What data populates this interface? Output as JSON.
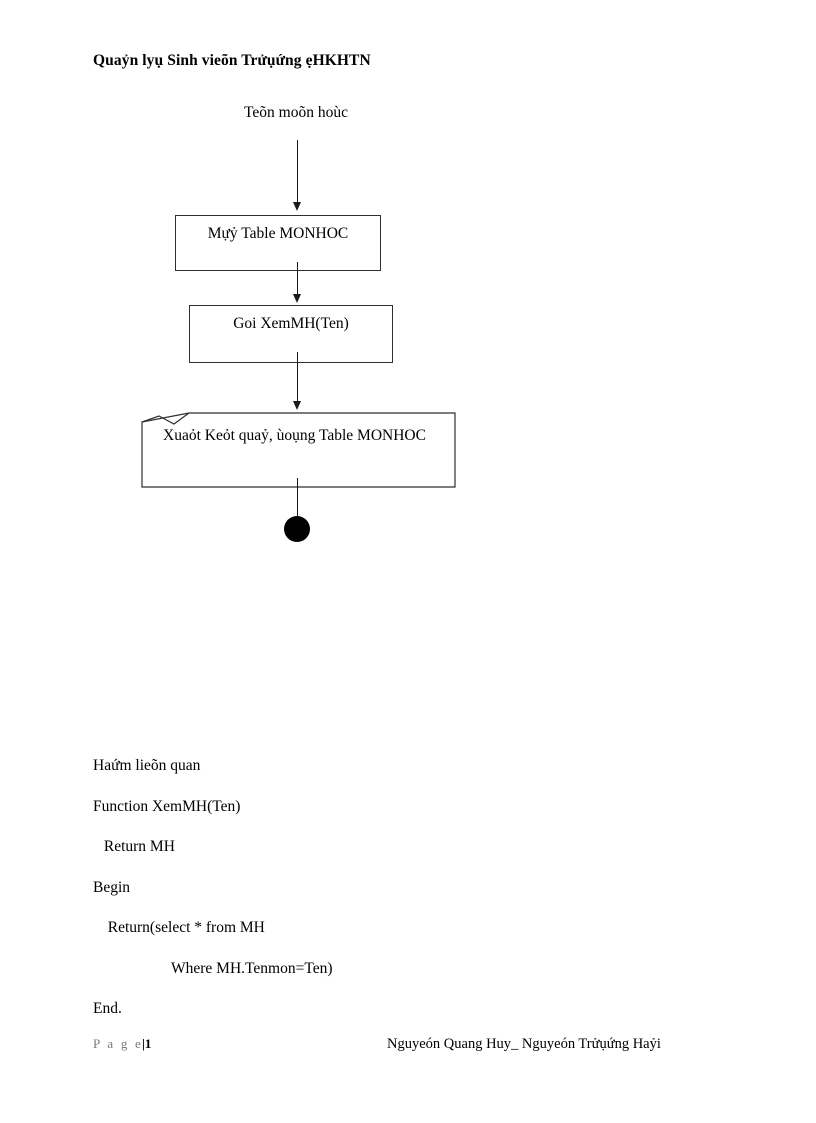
{
  "document": {
    "title": "Quaỷn lyụ Sinh vieõn Trửụứng ẹHKHTN"
  },
  "flowchart": {
    "type": "flowchart",
    "start_label": "Teõn moõn hoùc",
    "nodes": [
      {
        "id": "open-table",
        "shape": "process",
        "label": "Mựỷ Table MONHOC"
      },
      {
        "id": "call-func",
        "shape": "process",
        "label": "Goi XemMH(Ten)"
      },
      {
        "id": "output-data",
        "shape": "document",
        "label": "Xuaỏt Keỏt quaỷ, ùoụng Table MONHOC"
      },
      {
        "id": "end-node",
        "shape": "filled-circle",
        "label": ""
      }
    ]
  },
  "related_function": {
    "heading": "Haứm lieõn quan",
    "lines": [
      "Function XemMH(Ten)",
      " Return MH",
      "Begin",
      "  Return(select * from MH",
      "Where MH.Tenmon=Ten)",
      "End."
    ]
  },
  "footer": {
    "page_label": "P a g e",
    "page_separator": "|",
    "page_number": "1",
    "authors": "Nguyeón Quang Huy_ Nguyeón Trửụứng Haỷi"
  },
  "colors": {
    "text": "#000000",
    "stroke": "#2f2f2f",
    "footer_gray": "#7b7b7b",
    "background": "#ffffff"
  }
}
